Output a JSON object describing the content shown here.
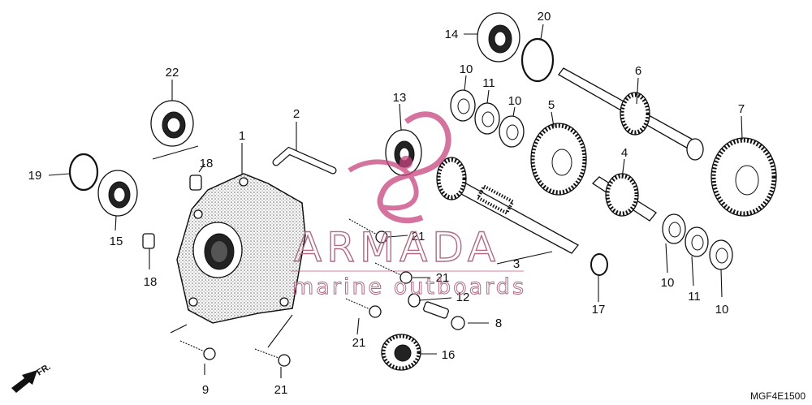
{
  "diagram": {
    "callouts": [
      "1",
      "2",
      "3",
      "4",
      "5",
      "6",
      "7",
      "8",
      "9",
      "10",
      "10",
      "10",
      "10",
      "11",
      "11",
      "12",
      "13",
      "14",
      "15",
      "16",
      "17",
      "18",
      "18",
      "19",
      "20",
      "21",
      "21",
      "21",
      "21",
      "22"
    ],
    "part_code": "MGF4E1500",
    "direction_label": "FR."
  },
  "watermark": {
    "brand": "ARMADA",
    "tagline": "marine outboards",
    "color": "#c7457f"
  }
}
